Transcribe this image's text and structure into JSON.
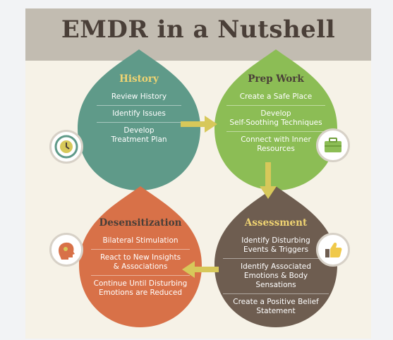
{
  "title": "EMDR in a Nutshell",
  "colors": {
    "history": "#5f9a89",
    "prep_work": "#8cbd55",
    "assessment": "#6e5d50",
    "desensitization": "#d87148",
    "arrow": "#d7c85a"
  },
  "sections": {
    "history": {
      "title": "History",
      "items": [
        "Review History",
        "Identify Issues",
        "Develop\nTreatment Plan"
      ],
      "icon": "clock-icon"
    },
    "prep_work": {
      "title": "Prep Work",
      "items": [
        "Create a Safe Place",
        "Develop\nSelf-Soothing Techniques",
        "Connect with Inner\nResources"
      ],
      "icon": "briefcase-icon"
    },
    "assessment": {
      "title": "Assessment",
      "items": [
        "Identify Disturbing\nEvents & Triggers",
        "Identify Associated\nEmotions & Body Sensations",
        "Create a Positive Belief\nStatement"
      ],
      "icon": "thumbs-up-icon"
    },
    "desensitization": {
      "title": "Desensitization",
      "items": [
        "Bilateral Stimulation",
        "React to New Insights\n& Associations",
        "Continue Until Disturbing\nEmotions are Reduced"
      ],
      "icon": "head-gears-icon"
    }
  }
}
